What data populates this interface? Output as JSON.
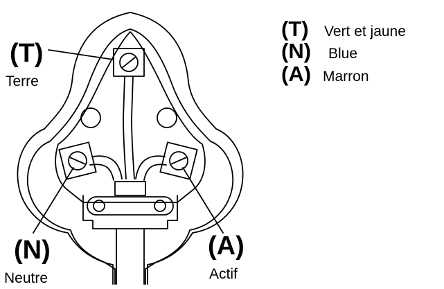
{
  "labels": {
    "earth": {
      "code": "(T)",
      "name": "Terre"
    },
    "neutral": {
      "code": "(N)",
      "name": "Neutre"
    },
    "live": {
      "code": "(A)",
      "name": "Actif"
    }
  },
  "legend": [
    {
      "code": "(T)",
      "desc": "Vert et jaune"
    },
    {
      "code": "(N)",
      "desc": "Blue"
    },
    {
      "code": "(A)",
      "desc": "Marron"
    }
  ]
}
